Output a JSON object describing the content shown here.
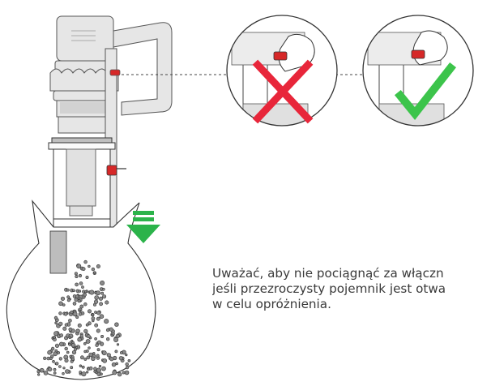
{
  "instruction": {
    "lines": [
      "Uważać, aby nie pociągnąć za włączn",
      "jeśli przezroczysty pojemnik jest otwa",
      "w celu opróżnienia."
    ]
  },
  "colors": {
    "outline": "#333333",
    "body_gray": "#e6e6e6",
    "trigger_red": "#d62828",
    "wrong_red": "#e8263a",
    "correct_green": "#3cc44b",
    "arrow_green": "#2bb34a",
    "debris_gray": "#8a8a8a"
  },
  "icons": {
    "wrong": "red-x-cross-icon",
    "correct": "green-check-mark-icon",
    "direction": "down-arrow-icon"
  }
}
